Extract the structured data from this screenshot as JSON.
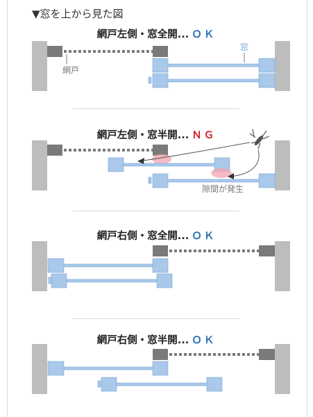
{
  "heading": {
    "marker": "▼",
    "text": "窓を上から見た図"
  },
  "colors": {
    "wall": "#bdbdbd",
    "screen": "#7a7a7a",
    "window": "#a9c8ea",
    "window_edge": "#7aa6d6",
    "ok": "#2a6fb5",
    "ng": "#d0202a",
    "gap_highlight": "#f4a9b3",
    "label": "#777777"
  },
  "panels": [
    {
      "title": "網戸左側・窓全開...",
      "status": "ＯＫ",
      "status_kind": "ok",
      "labels": {
        "screen": "網戸",
        "window": "窓"
      }
    },
    {
      "title": "網戸左側・窓半開...",
      "status": "ＮＧ",
      "status_kind": "ng",
      "labels": {
        "gap": "隙間が発生"
      }
    },
    {
      "title": "網戸右側・窓全開...",
      "status": "ＯＫ",
      "status_kind": "ok"
    },
    {
      "title": "網戸右側・窓半開...",
      "status": "ＯＫ",
      "status_kind": "ok"
    }
  ]
}
